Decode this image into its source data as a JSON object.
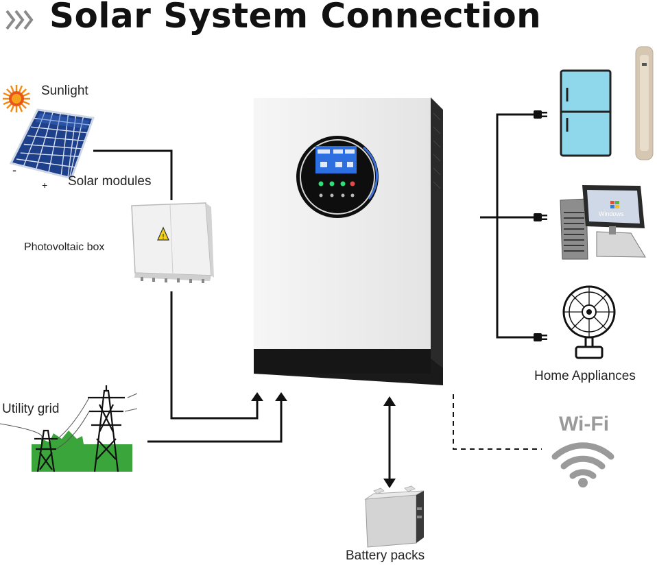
{
  "title": "Solar System Connection",
  "labels": {
    "sunlight": "Sunlight",
    "solar_modules": "Solar modules",
    "photovoltaic_box": "Photovoltaic box",
    "utility_grid": "Utility grid",
    "battery_packs": "Battery packs",
    "home_appliances": "Home Appliances",
    "wifi": "Wi-Fi",
    "minus": "-",
    "plus": "+",
    "windows_logo_text": "Windows"
  },
  "colors": {
    "line": "#111111",
    "wifi_gray": "#9a9a9a",
    "fridge_blue": "#8fd7ea",
    "panel_blue": "#2f5fb8",
    "grid_green": "#3aa53a",
    "inverter_white": "#ececec",
    "inverter_dark": "#1a1a1a",
    "screen_blue": "#2d6fe0",
    "sun_orange": "#f08a12"
  },
  "icons": [
    "chevron-double-icon",
    "sun-icon",
    "solar-panel-icon",
    "pv-box-icon",
    "inverter-icon",
    "fridge-icon",
    "air-conditioner-icon",
    "computer-icon",
    "fan-icon",
    "wifi-icon",
    "transmission-tower-icon",
    "battery-icon"
  ]
}
